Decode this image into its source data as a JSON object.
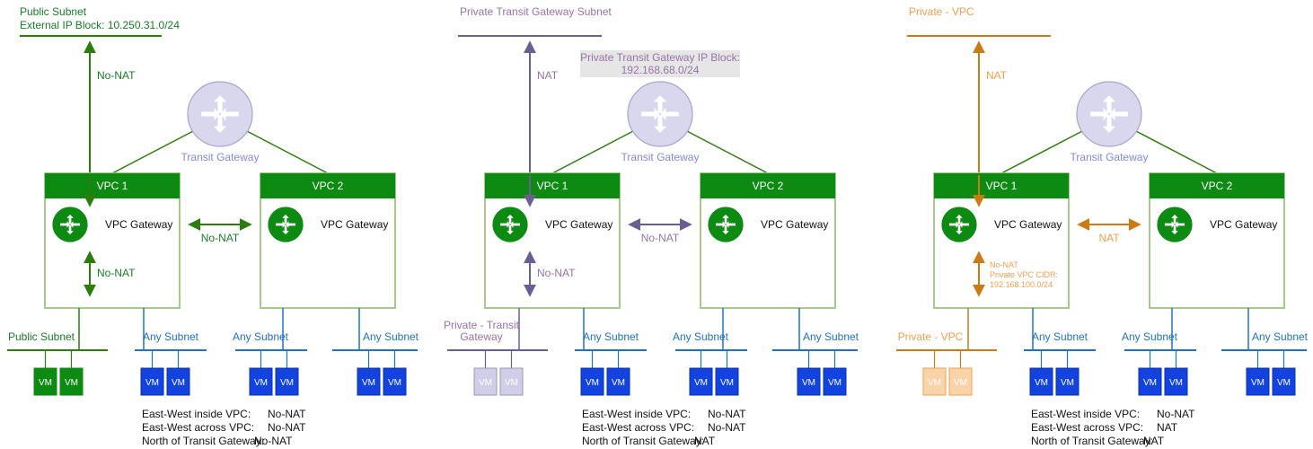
{
  "colors": {
    "green": "#2d7d0e",
    "dark_green": "#1a7a2a",
    "vpc_header": "#0c8a12",
    "vpc_border": "#a6c98c",
    "blue": "#1f72c2",
    "vm_blue": "#1243e0",
    "purple": "#6b5e93",
    "purple_text": "#9673a6",
    "orange": "#cc7a14",
    "orange_text": "#f0a050",
    "router_fill": "#d9d7ee",
    "router_text": "#8a86e0",
    "vm_grey": "#d0cde6",
    "vm_peach": "#fbd3a8"
  },
  "panels": [
    {
      "top_label_lines": [
        "Public Subnet",
        "External IP Block: 10.250.31.0/24"
      ],
      "top_label_color": "#1a7a2a",
      "ip_block_lines": [],
      "up_arrow_label": "No-NAT",
      "router_label": "Transit Gateway",
      "vpc1_title": "VPC 1",
      "vpc2_title": "VPC 2",
      "gateway_label": "VPC Gateway",
      "between_label": "No-NAT",
      "inner_label_lines": [
        "No-NAT"
      ],
      "left_subnet_lines": [
        "Public Subnet"
      ],
      "subnet_label": "Any Subnet",
      "vm_label": "VM",
      "summary": [
        {
          "label": "East-West inside VPC:",
          "value": "No-NAT"
        },
        {
          "label": "East-West across VPC:",
          "value": "No-NAT"
        },
        {
          "label": "North of Transit Gateway:",
          "value": "No-NAT"
        }
      ]
    },
    {
      "top_label_lines": [
        "Private Transit Gateway Subnet"
      ],
      "top_label_color": "#9673a6",
      "ip_block_lines": [
        "Private Transit Gateway IP Block:",
        "192.168.68.0/24"
      ],
      "up_arrow_label": "NAT",
      "router_label": "Transit Gateway",
      "vpc1_title": "VPC 1",
      "vpc2_title": "VPC 2",
      "gateway_label": "VPC Gateway",
      "between_label": "No-NAT",
      "inner_label_lines": [
        "No-NAT"
      ],
      "left_subnet_lines": [
        "Private - Transit",
        "Gateway"
      ],
      "subnet_label": "Any Subnet",
      "vm_label": "VM",
      "summary": [
        {
          "label": "East-West inside VPC:",
          "value": "No-NAT"
        },
        {
          "label": "East-West across VPC:",
          "value": "No-NAT"
        },
        {
          "label": "North of Transit Gateway:",
          "value": "NAT"
        }
      ]
    },
    {
      "top_label_lines": [
        "Private - VPC"
      ],
      "top_label_color": "#f0a050",
      "ip_block_lines": [],
      "up_arrow_label": "NAT",
      "router_label": "Transit Gateway",
      "vpc1_title": "VPC 1",
      "vpc2_title": "VPC 2",
      "gateway_label": "VPC Gateway",
      "between_label": "NAT",
      "inner_label_lines": [
        "No-NAT",
        "Private VPC CIDR:",
        "192.168.100.0/24"
      ],
      "left_subnet_lines": [
        "Private - VPC"
      ],
      "subnet_label": "Any Subnet",
      "vm_label": "VM",
      "summary": [
        {
          "label": "East-West inside VPC:",
          "value": "No-NAT"
        },
        {
          "label": "East-West across VPC:",
          "value": "NAT"
        },
        {
          "label": "North of Transit Gateway:",
          "value": "NAT"
        }
      ]
    }
  ]
}
